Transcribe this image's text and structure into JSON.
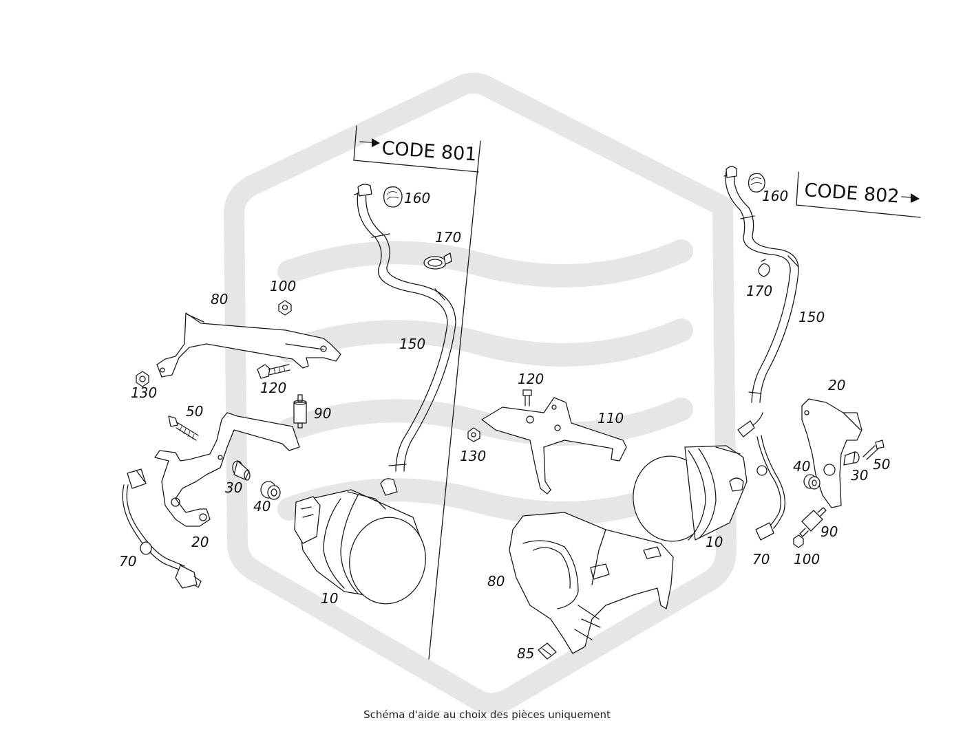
{
  "caption": "Schéma d'aide au choix des pièces uniquement",
  "code_left": "CODE 801",
  "code_right": "CODE 802",
  "left_callouts": {
    "c160": "160",
    "c170": "170",
    "c150": "150",
    "c100": "100",
    "c80": "80",
    "c130": "130",
    "c120": "120",
    "c90": "90",
    "c50": "50",
    "c30": "30",
    "c40": "40",
    "c20": "20",
    "c70": "70",
    "c10": "10"
  },
  "right_callouts": {
    "c160": "160",
    "c170": "170",
    "c150": "150",
    "c20": "20",
    "c50": "50",
    "c30": "30",
    "c40": "40",
    "c90": "90",
    "c100": "100",
    "c70": "70",
    "c10": "10",
    "c120": "120",
    "c110": "110",
    "c130": "130",
    "c80": "80",
    "c85": "85"
  }
}
